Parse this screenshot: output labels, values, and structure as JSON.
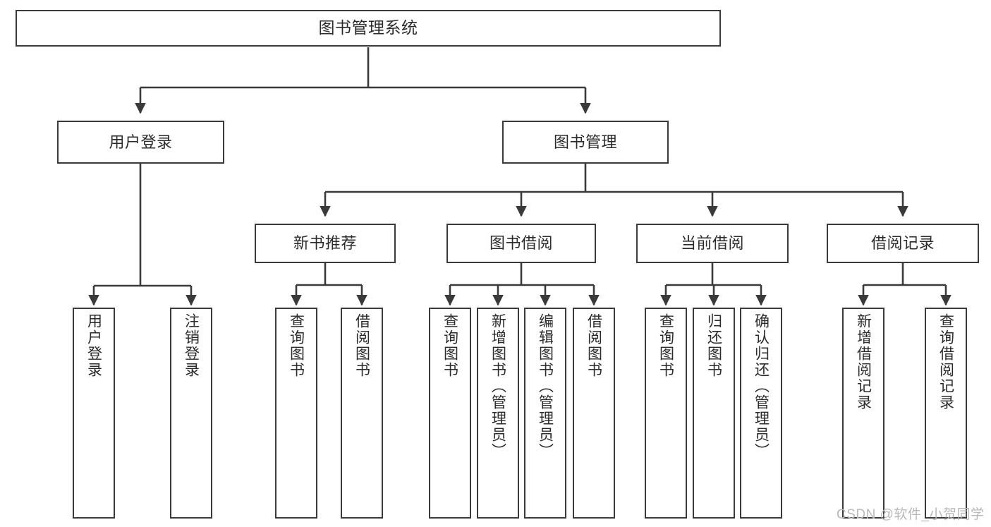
{
  "diagram": {
    "type": "tree-hierarchy-chart",
    "title": "图书管理系统",
    "colors": {
      "box_border": "#3a3a3a",
      "box_fill": "#ffffff",
      "edge": "#3a3a3a",
      "text": "#2b2b2b",
      "watermark": "#b9b9b9",
      "background": "#ffffff"
    },
    "watermark": "CSDN @软件_小贺同学",
    "root": {
      "label": "图书管理系统"
    },
    "level1": [
      {
        "label": "用户登录"
      },
      {
        "label": "图书管理"
      }
    ],
    "level2": [
      {
        "label": "新书推荐"
      },
      {
        "label": "图书借阅"
      },
      {
        "label": "当前借阅"
      },
      {
        "label": "借阅记录"
      }
    ],
    "leaves": {
      "user_login": [
        {
          "label": "用户登录"
        },
        {
          "label": "注销登录"
        }
      ],
      "new_book_recommend": [
        {
          "label": "查询图书"
        },
        {
          "label": "借阅图书"
        }
      ],
      "book_borrow": [
        {
          "label": "查询图书"
        },
        {
          "label": "新增图书（管理员）"
        },
        {
          "label": "编辑图书（管理员）"
        },
        {
          "label": "借阅图书"
        }
      ],
      "current_borrow": [
        {
          "label": "查询图书"
        },
        {
          "label": "归还图书"
        },
        {
          "label": "确认归还（管理员）"
        }
      ],
      "borrow_record": [
        {
          "label": "新增借阅记录"
        },
        {
          "label": "查询借阅记录"
        }
      ]
    }
  }
}
